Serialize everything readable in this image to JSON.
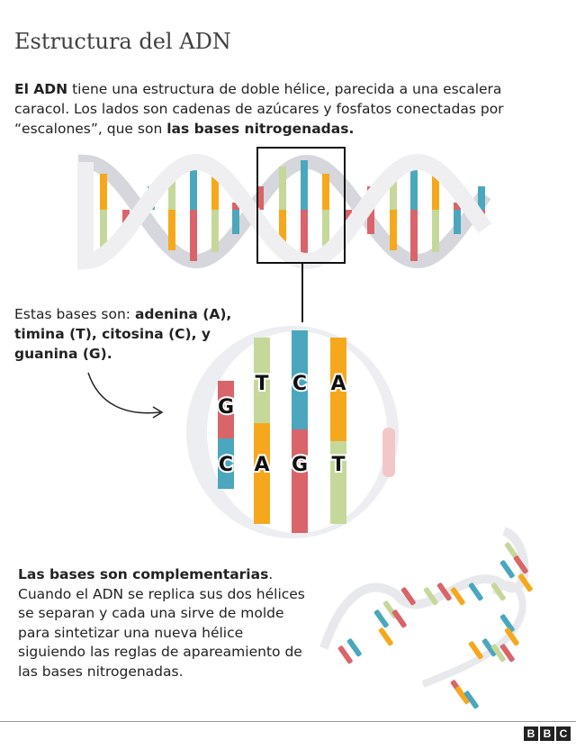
{
  "title": "Estructura del ADN",
  "intro": {
    "b1": "El ADN",
    "t1": " tiene una estructura de doble hélice, parecida a una escalera caracol. Los lados son cadenas de azúcares y fosfatos conectadas por “escalones”, que son ",
    "b2": "las bases nitrogenadas."
  },
  "bases_text": {
    "t1": "Estas bases son: ",
    "b1": "adenina (A), timina (T), citosina (C), y guanina (G)."
  },
  "pairs": {
    "top": [
      "G",
      "T",
      "C",
      "A"
    ],
    "bottom": [
      "C",
      "A",
      "G",
      "T"
    ]
  },
  "complementary": {
    "b1": "Las bases son complementarias",
    "t1": ". Cuando el ADN se replica sus dos hélices se separan y cada una sirve de molde para sintetizar una nueva hélice siguiendo las reglas de apareamiento de las bases nitrogenadas."
  },
  "logo": [
    "B",
    "B",
    "C"
  ],
  "colors": {
    "orange": "#f6a81c",
    "green": "#c5d89a",
    "blue": "#4aa7bd",
    "red": "#d9646a",
    "backbone": "#e4e5e9"
  }
}
